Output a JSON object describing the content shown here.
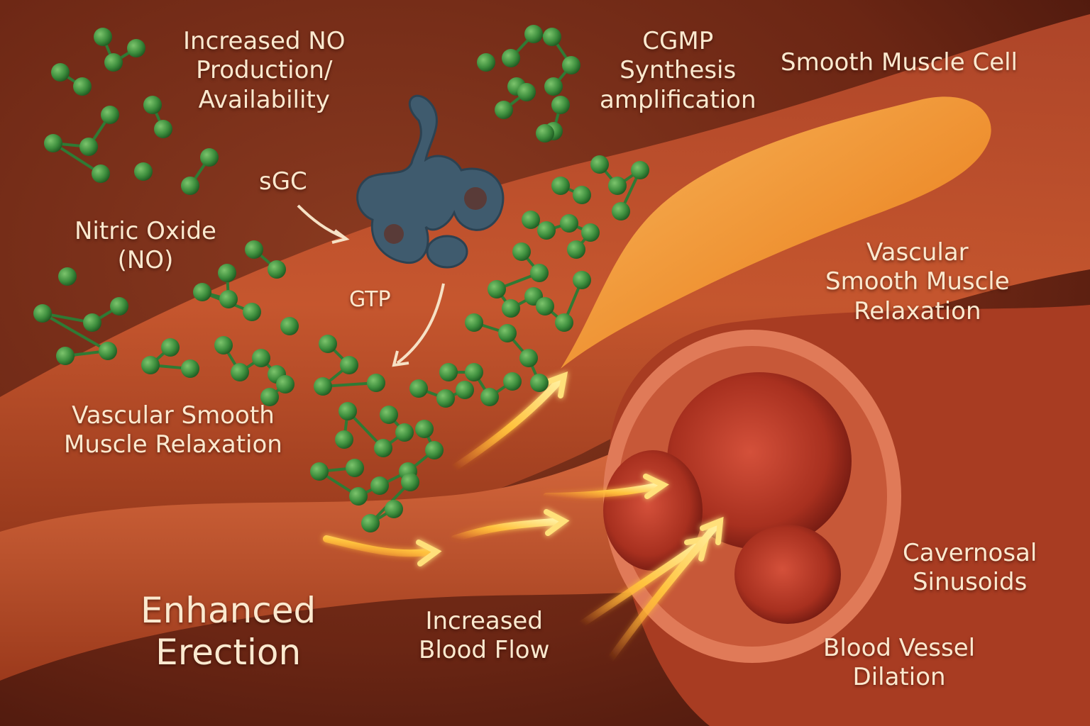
{
  "labels": {
    "increased_no": [
      "Increased NO",
      "Production/",
      "Availability"
    ],
    "cgmp": [
      "CGMP",
      "Synthesis",
      "amplification"
    ],
    "smooth_muscle_cell": "Smooth Muscle Cell",
    "sgc": "sGC",
    "nitric_oxide": [
      "Nitric Oxide",
      "(NO)"
    ],
    "gtp": "GTP",
    "vascular_relaxation_right": [
      "Vascular",
      "Smooth Muscle",
      "Relaxation"
    ],
    "vascular_relaxation_left": [
      "Vascular Smooth",
      "Muscle Relaxation"
    ],
    "cavernosal_sinusoids": [
      "Cavernosal",
      "Sinusoids"
    ],
    "enhanced_erection": [
      "Enhanced",
      "Erection"
    ],
    "increased_blood_flow": [
      "Increased",
      "Blood Flow"
    ],
    "blood_vessel_dilation": [
      "Blood Vessel",
      "Dilation"
    ]
  },
  "colors": {
    "background": "#6b2614",
    "vessel": "#c4502c",
    "muscle_cell": "#f0932e",
    "molecule": "#3e8f3e",
    "enzyme": "#3f5b6e",
    "arrow": "#ffd24a",
    "label_text": "#fbe9cf"
  },
  "icons": [
    "nitric-oxide-molecule-icon",
    "sgc-enzyme-icon",
    "flow-arrow-icon"
  ]
}
